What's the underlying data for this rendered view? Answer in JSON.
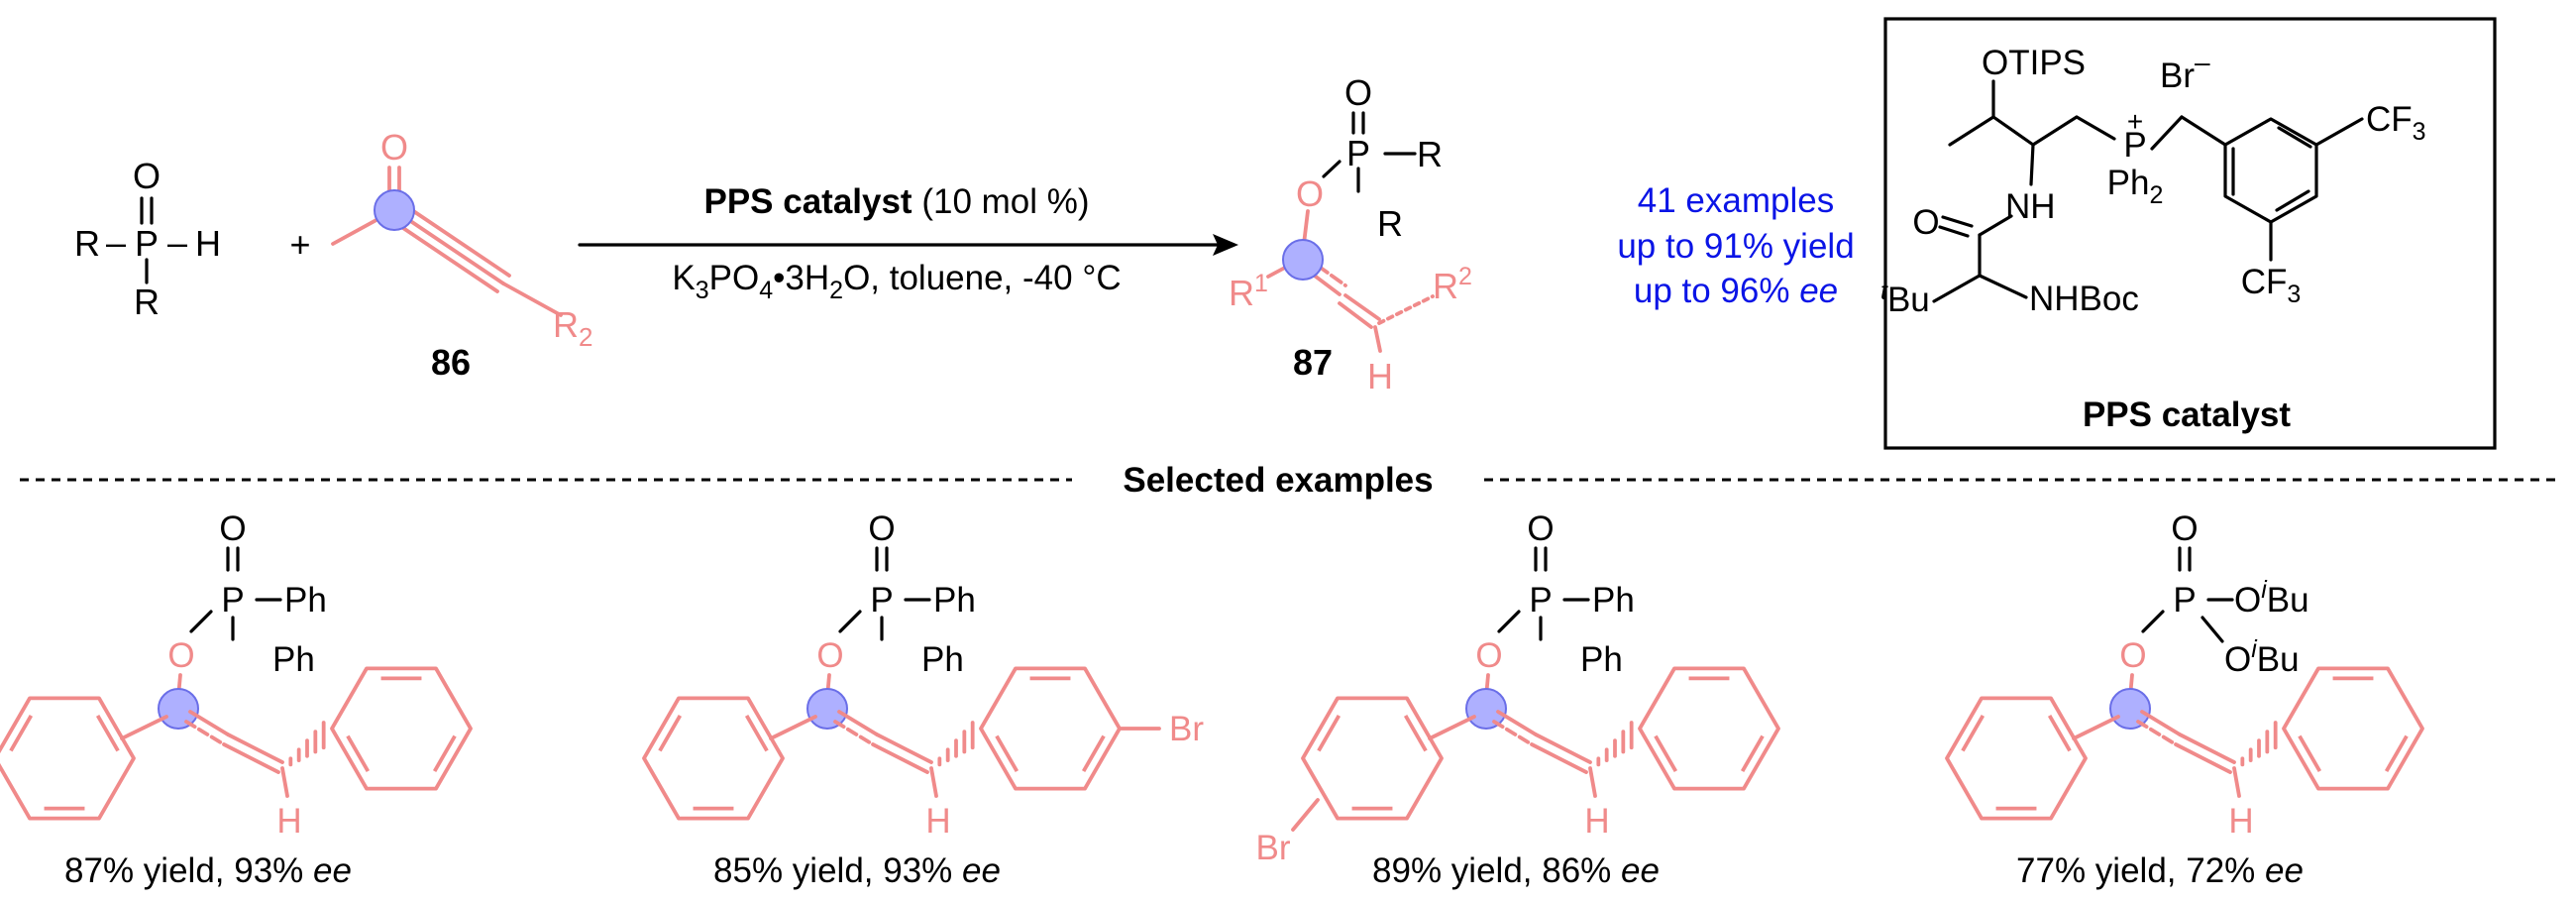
{
  "reaction": {
    "reactant1": {
      "atoms": {
        "O": "O",
        "P": "P",
        "H": "H",
        "R_left": "R",
        "R_bottom": "R"
      },
      "bond_dash_left": "–",
      "bond_dash_right": "–"
    },
    "plus": "+",
    "reactant2": {
      "atoms": {
        "O": "O",
        "R2": "R",
        "R2_sub": "2"
      },
      "compound_number": "86"
    },
    "conditions": {
      "catalyst_bold": "PPS catalyst",
      "catalyst_loading": " (10 mol %)",
      "base": {
        "K": "K",
        "sub3": "3",
        "PO": "PO",
        "sub4": "4",
        "mid": "•3H",
        "sub2": "2",
        "rest": "O, toluene, -40 °C"
      }
    },
    "product": {
      "atoms": {
        "O_top": "O",
        "P": "P",
        "R_right": "R",
        "R_bottom": "R",
        "O_ester": "O",
        "R1": "R",
        "R1_sup": "1",
        "R2": "R",
        "R2_sup": "2",
        "H": "H"
      },
      "compound_number": "87"
    },
    "scope_summary": [
      "41 examples",
      "up to 91% yield",
      "up to 96% ee"
    ]
  },
  "catalyst_box": {
    "labels": {
      "OTIPS": "OTIPS",
      "Br": "Br",
      "Br_charge": "–",
      "P_charge": "+",
      "P": "P",
      "Ph": "Ph",
      "Ph_sub": "2",
      "O": "O",
      "NH": "NH",
      "CF": "CF",
      "CF_sub": "3",
      "tBu_sup": "t",
      "tBu": "Bu",
      "NHBoc": "NHBoc"
    },
    "name": "PPS catalyst"
  },
  "selected_examples": {
    "heading": "Selected examples",
    "items": [
      {
        "yield": "87% yield, 93% ",
        "ee": "ee",
        "phosphorus_substituents": [
          "Ph",
          "Ph"
        ],
        "aryl_substituent": ""
      },
      {
        "yield": "85% yield, 93% ",
        "ee": "ee",
        "phosphorus_substituents": [
          "Ph",
          "Ph"
        ],
        "aryl_substituent": "Br"
      },
      {
        "yield": "89% yield, 86% ",
        "ee": "ee",
        "phosphorus_substituents": [
          "Ph",
          "Ph"
        ],
        "aryl_substituent": "Br"
      },
      {
        "yield": "77% yield, 72% ",
        "ee": "ee",
        "phosphorus_substituents": [
          "O",
          "O"
        ],
        "phosphorus_sup": "i",
        "phosphorus_alkyl": "Bu",
        "aryl_substituent": ""
      }
    ]
  },
  "atom_labels": {
    "O": "O",
    "P": "P",
    "H": "H"
  },
  "colors": {
    "highlight": "#f08a8a",
    "summary": "#0a14e6",
    "reactive_site_dot": "#aeb0ff",
    "ink": "#000000"
  }
}
